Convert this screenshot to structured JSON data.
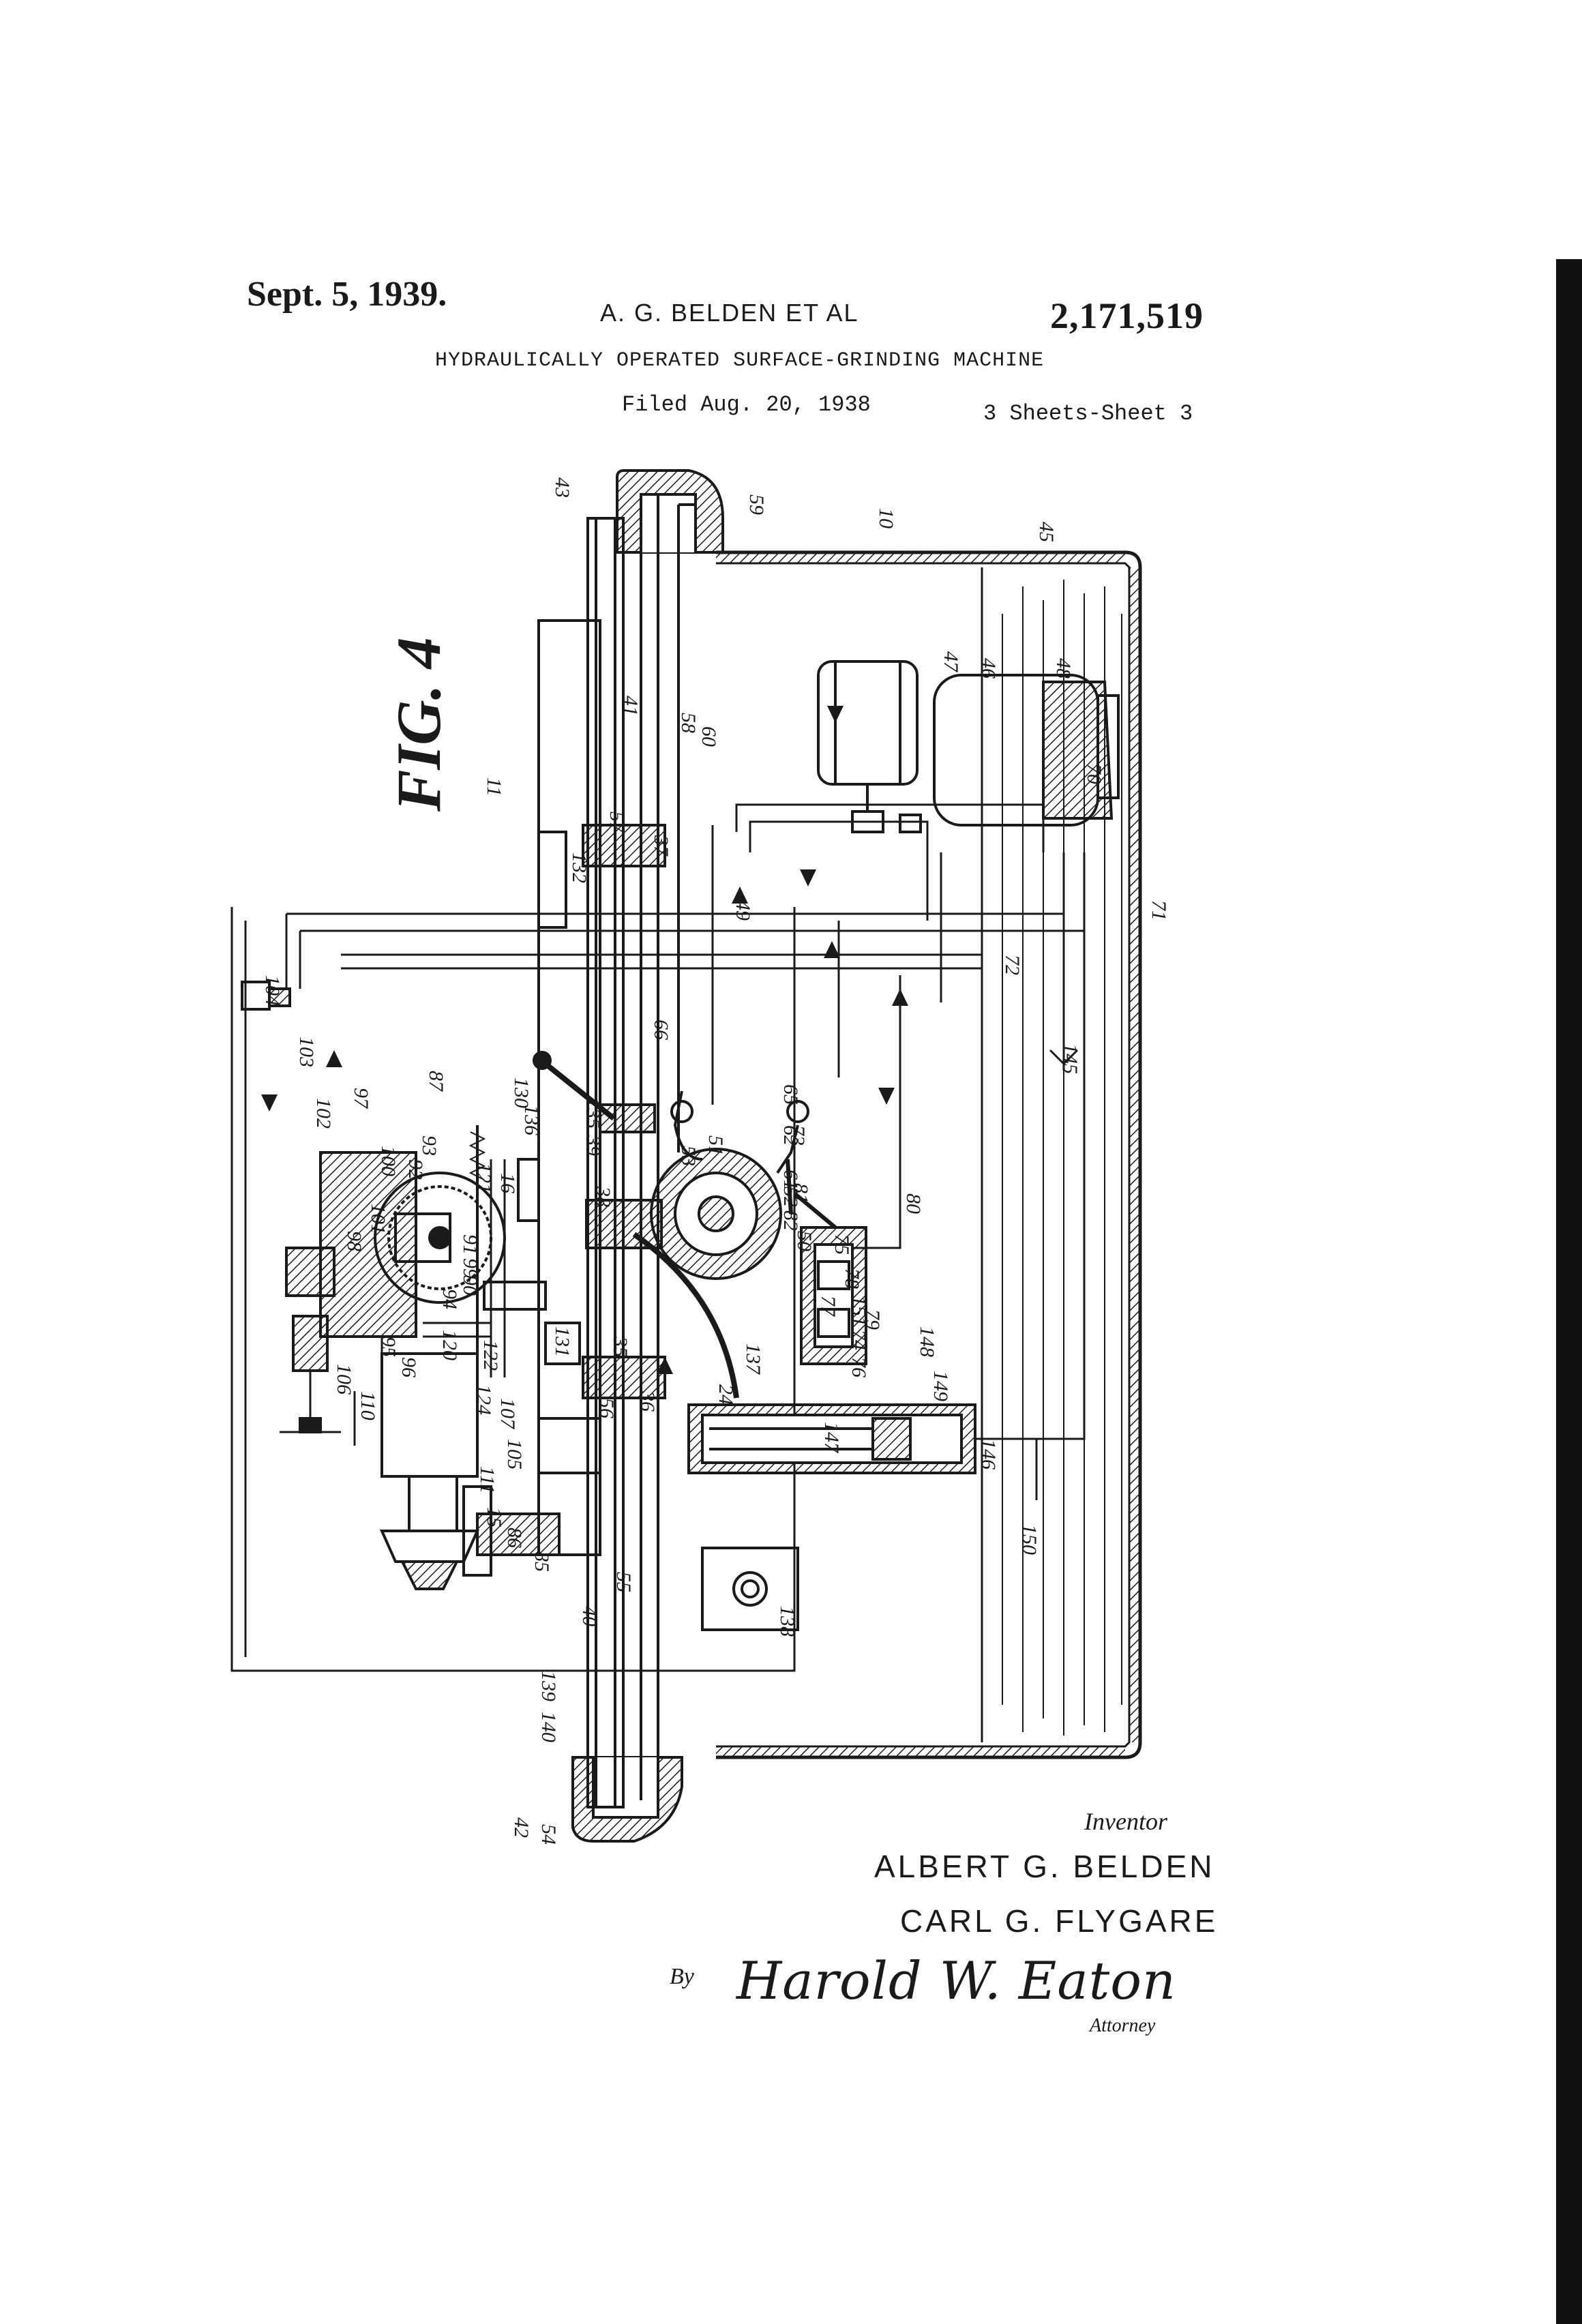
{
  "header": {
    "date": "Sept. 5, 1939.",
    "inventors": "A. G. BELDEN ET AL",
    "patent_number": "2,171,519",
    "title": "HYDRAULICALLY OPERATED SURFACE-GRINDING MACHINE",
    "filed": "Filed Aug. 20, 1938",
    "sheets": "3 Sheets-Sheet 3"
  },
  "figure": {
    "label": "FIG. 4",
    "reference_numerals": [
      "10",
      "11",
      "15",
      "16",
      "24",
      "35",
      "36",
      "37",
      "38",
      "39",
      "40",
      "41",
      "42",
      "43",
      "45",
      "46",
      "47",
      "48",
      "49",
      "50",
      "51",
      "52",
      "53",
      "54",
      "55",
      "56",
      "57",
      "58",
      "59",
      "60",
      "61",
      "62",
      "65",
      "66",
      "70",
      "71",
      "72",
      "73",
      "74",
      "75",
      "76",
      "77",
      "78",
      "79",
      "80",
      "81",
      "82",
      "85",
      "86",
      "87",
      "90",
      "91",
      "92",
      "93",
      "94",
      "95",
      "96",
      "97",
      "98",
      "99",
      "100",
      "101",
      "102",
      "103",
      "104",
      "105",
      "106",
      "107",
      "110",
      "111",
      "120",
      "121",
      "122",
      "124",
      "130",
      "131",
      "132",
      "135",
      "136",
      "137",
      "138",
      "139",
      "140",
      "145",
      "146",
      "147",
      "148",
      "149",
      "150",
      "151"
    ]
  },
  "signature_block": {
    "inventor_label": "Inventor",
    "inventor_1": "ALBERT G. BELDEN",
    "inventor_2": "CARL G. FLYGARE",
    "by": "By",
    "attorney_signature": "Harold W. Eaton",
    "attorney_label": "Attorney"
  },
  "colors": {
    "ink": "#1a1a1a",
    "paper": "#ffffff"
  }
}
